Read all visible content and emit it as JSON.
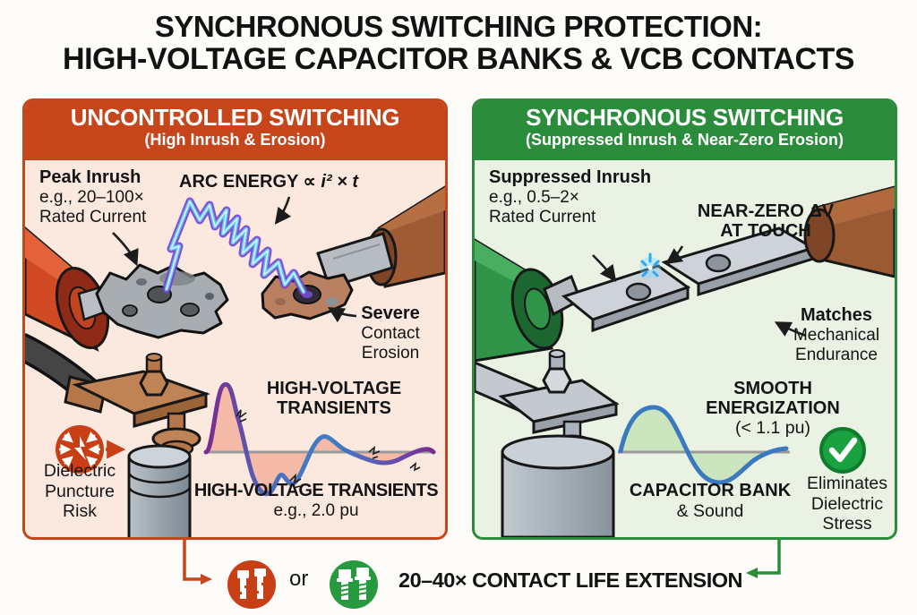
{
  "title": {
    "line1": "SYNCHRONOUS SWITCHING PROTECTION:",
    "line2": "HIGH-VOLTAGE CAPACITOR BANKS & VCB CONTACTS"
  },
  "colors": {
    "left_accent": "#c7451a",
    "left_bg": "#fbe9df",
    "right_accent": "#2b8c3c",
    "right_bg": "#e9f2e3",
    "arc_blue": "#5ec8f6",
    "arc_purple": "#7a3fd0",
    "wave_fill_left": "#f3b19e",
    "wave_fill_right": "#c9e5bd",
    "check_green": "#19a23f"
  },
  "left": {
    "header_title": "UNCONTROLLED SWITCHING",
    "header_subtitle": "(High Inrush & Erosion)",
    "peak_inrush": {
      "l1": "Peak Inrush",
      "l2": "e.g., 20–100×",
      "l3": "Rated Current"
    },
    "arc_energy": {
      "prefix": "ARC ENERGY ∝ ",
      "formula": "i² × t"
    },
    "severe": {
      "l1": "Severe",
      "l2": "Contact",
      "l3": "Erosion"
    },
    "transients_heading": {
      "l1": "HIGH-VOLTAGE",
      "l2": "TRANSIENTS"
    },
    "transients_caption": {
      "l1": "HIGH-VOLTAGE TRANSIENTS",
      "l2": "e.g., 2.0 pu"
    },
    "dielectric": {
      "l1": "Dielectric",
      "l2": "Puncture",
      "l3": "Risk"
    }
  },
  "right": {
    "header_title": "SYNCHRONOUS SWITCHING",
    "header_subtitle": "(Suppressed Inrush & Near-Zero Erosion)",
    "suppressed_inrush": {
      "l1": "Suppressed Inrush",
      "l2": "e.g., 0.5–2×",
      "l3": "Rated Current"
    },
    "near_zero": {
      "l1": "NEAR-ZERO ΔV",
      "l2": "AT TOUCH"
    },
    "matches": {
      "l1": "Matches",
      "l2": "Mechanical",
      "l3": "Endurance"
    },
    "smooth": {
      "l1": "SMOOTH",
      "l2": "ENERGIZATION",
      "l3": "(< 1.1 pu)"
    },
    "capacitor": {
      "l1": "CAPACITOR BANK",
      "l2": "& Sound"
    },
    "eliminates": {
      "l1": "Eliminates",
      "l2": "Dielectric",
      "l3": "Stress"
    }
  },
  "footer": {
    "or_label": "or",
    "extension_label": "20–40× CONTACT LIFE EXTENSION"
  }
}
